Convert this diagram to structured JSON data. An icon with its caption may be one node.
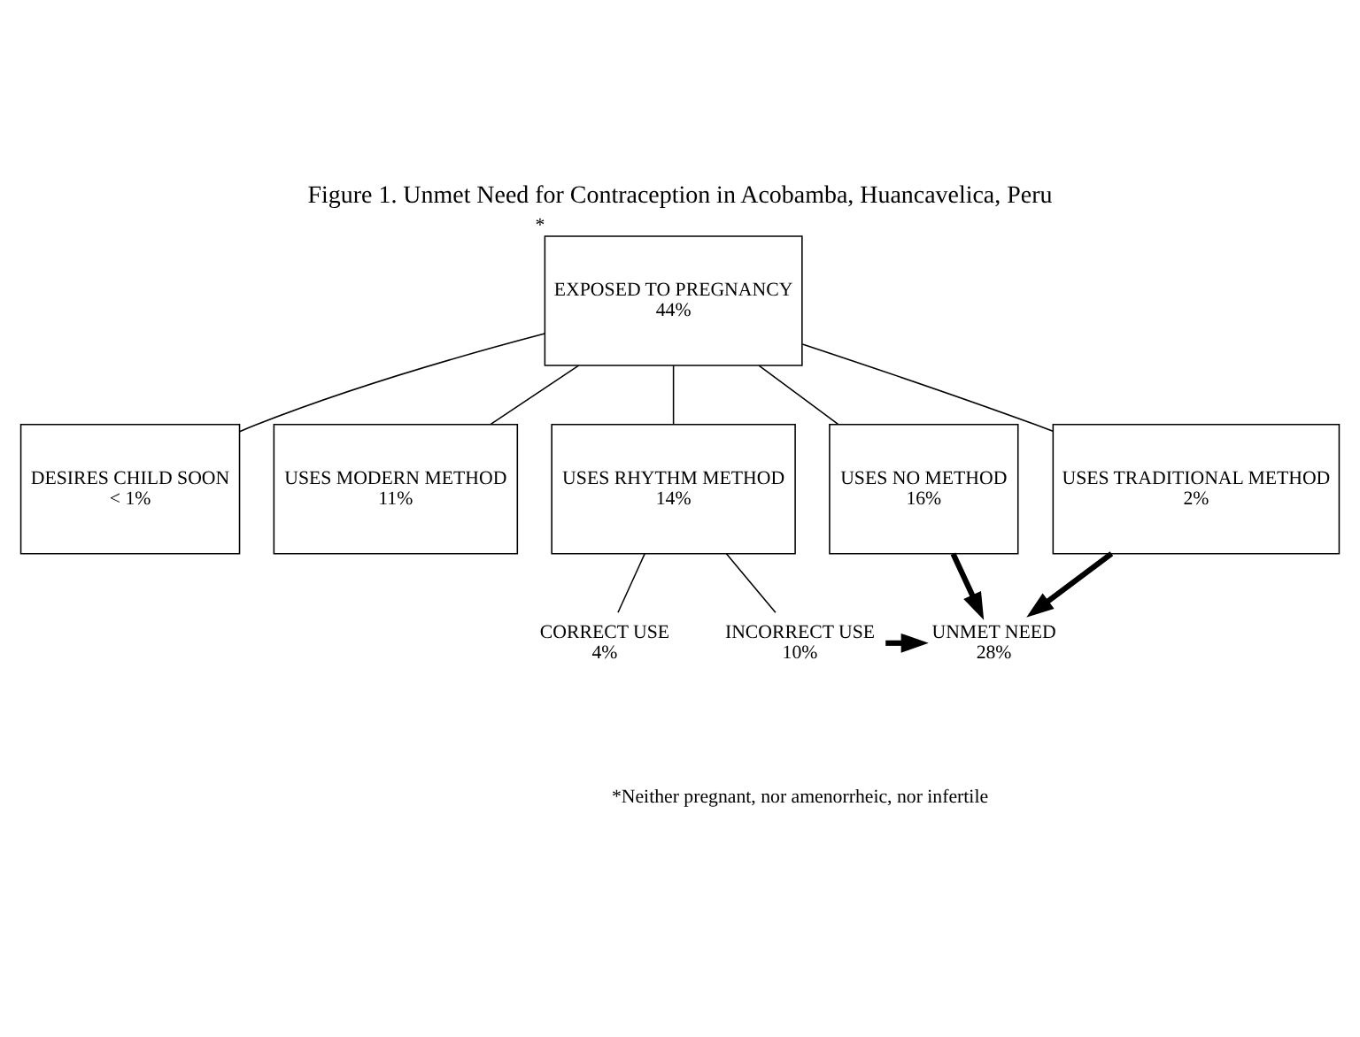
{
  "diagram": {
    "title": "Figure 1. Unmet Need for Contraception in Acobamba, Huancavelica, Peru",
    "nodes": [
      {
        "text": [
          "EXPOSED TO PREGNANCY",
          "44%"
        ],
        "beside": [
          "*"
        ]
      },
      {
        "text": [
          "DESIRES CHILD SOON",
          "< 1%"
        ]
      },
      {
        "text": [
          "USES MODERN METHOD",
          "11%"
        ]
      },
      {
        "text": [
          "USES RHYTHM METHOD",
          "14%"
        ]
      },
      {
        "text": [
          "USES NO METHOD",
          "16%"
        ]
      },
      {
        "text": [
          "USES TRADITIONAL METHOD",
          "2%"
        ]
      },
      {
        "text": [
          "CORRECT USE",
          "4%"
        ]
      },
      {
        "text": [
          "INCORRECT USE",
          "10%"
        ]
      },
      {
        "text": [
          "UNMET NEED",
          "28%"
        ]
      }
    ],
    "edges": [
      {
        "from": 0,
        "to": 1,
        "arrow": "none"
      },
      {
        "from": 0,
        "to": 2,
        "arrow": "none"
      },
      {
        "from": 0,
        "to": 3,
        "arrow": "none"
      },
      {
        "from": 0,
        "to": 4,
        "arrow": "none"
      },
      {
        "from": 0,
        "to": 5,
        "arrow": "none"
      },
      {
        "from": 3,
        "to": 6,
        "arrow": "none"
      },
      {
        "from": 3,
        "to": 7,
        "arrow": "none"
      },
      {
        "from": 4,
        "to": 8,
        "arrow": "to",
        "style": "thick"
      },
      {
        "from": 5,
        "to": 8,
        "arrow": "to",
        "style": "thick"
      },
      {
        "from": 7,
        "to": 8,
        "arrow": "to",
        "style": "thick"
      }
    ],
    "labels": [
      "*Neither pregnant, nor amenorrheic, nor infertile"
    ]
  }
}
